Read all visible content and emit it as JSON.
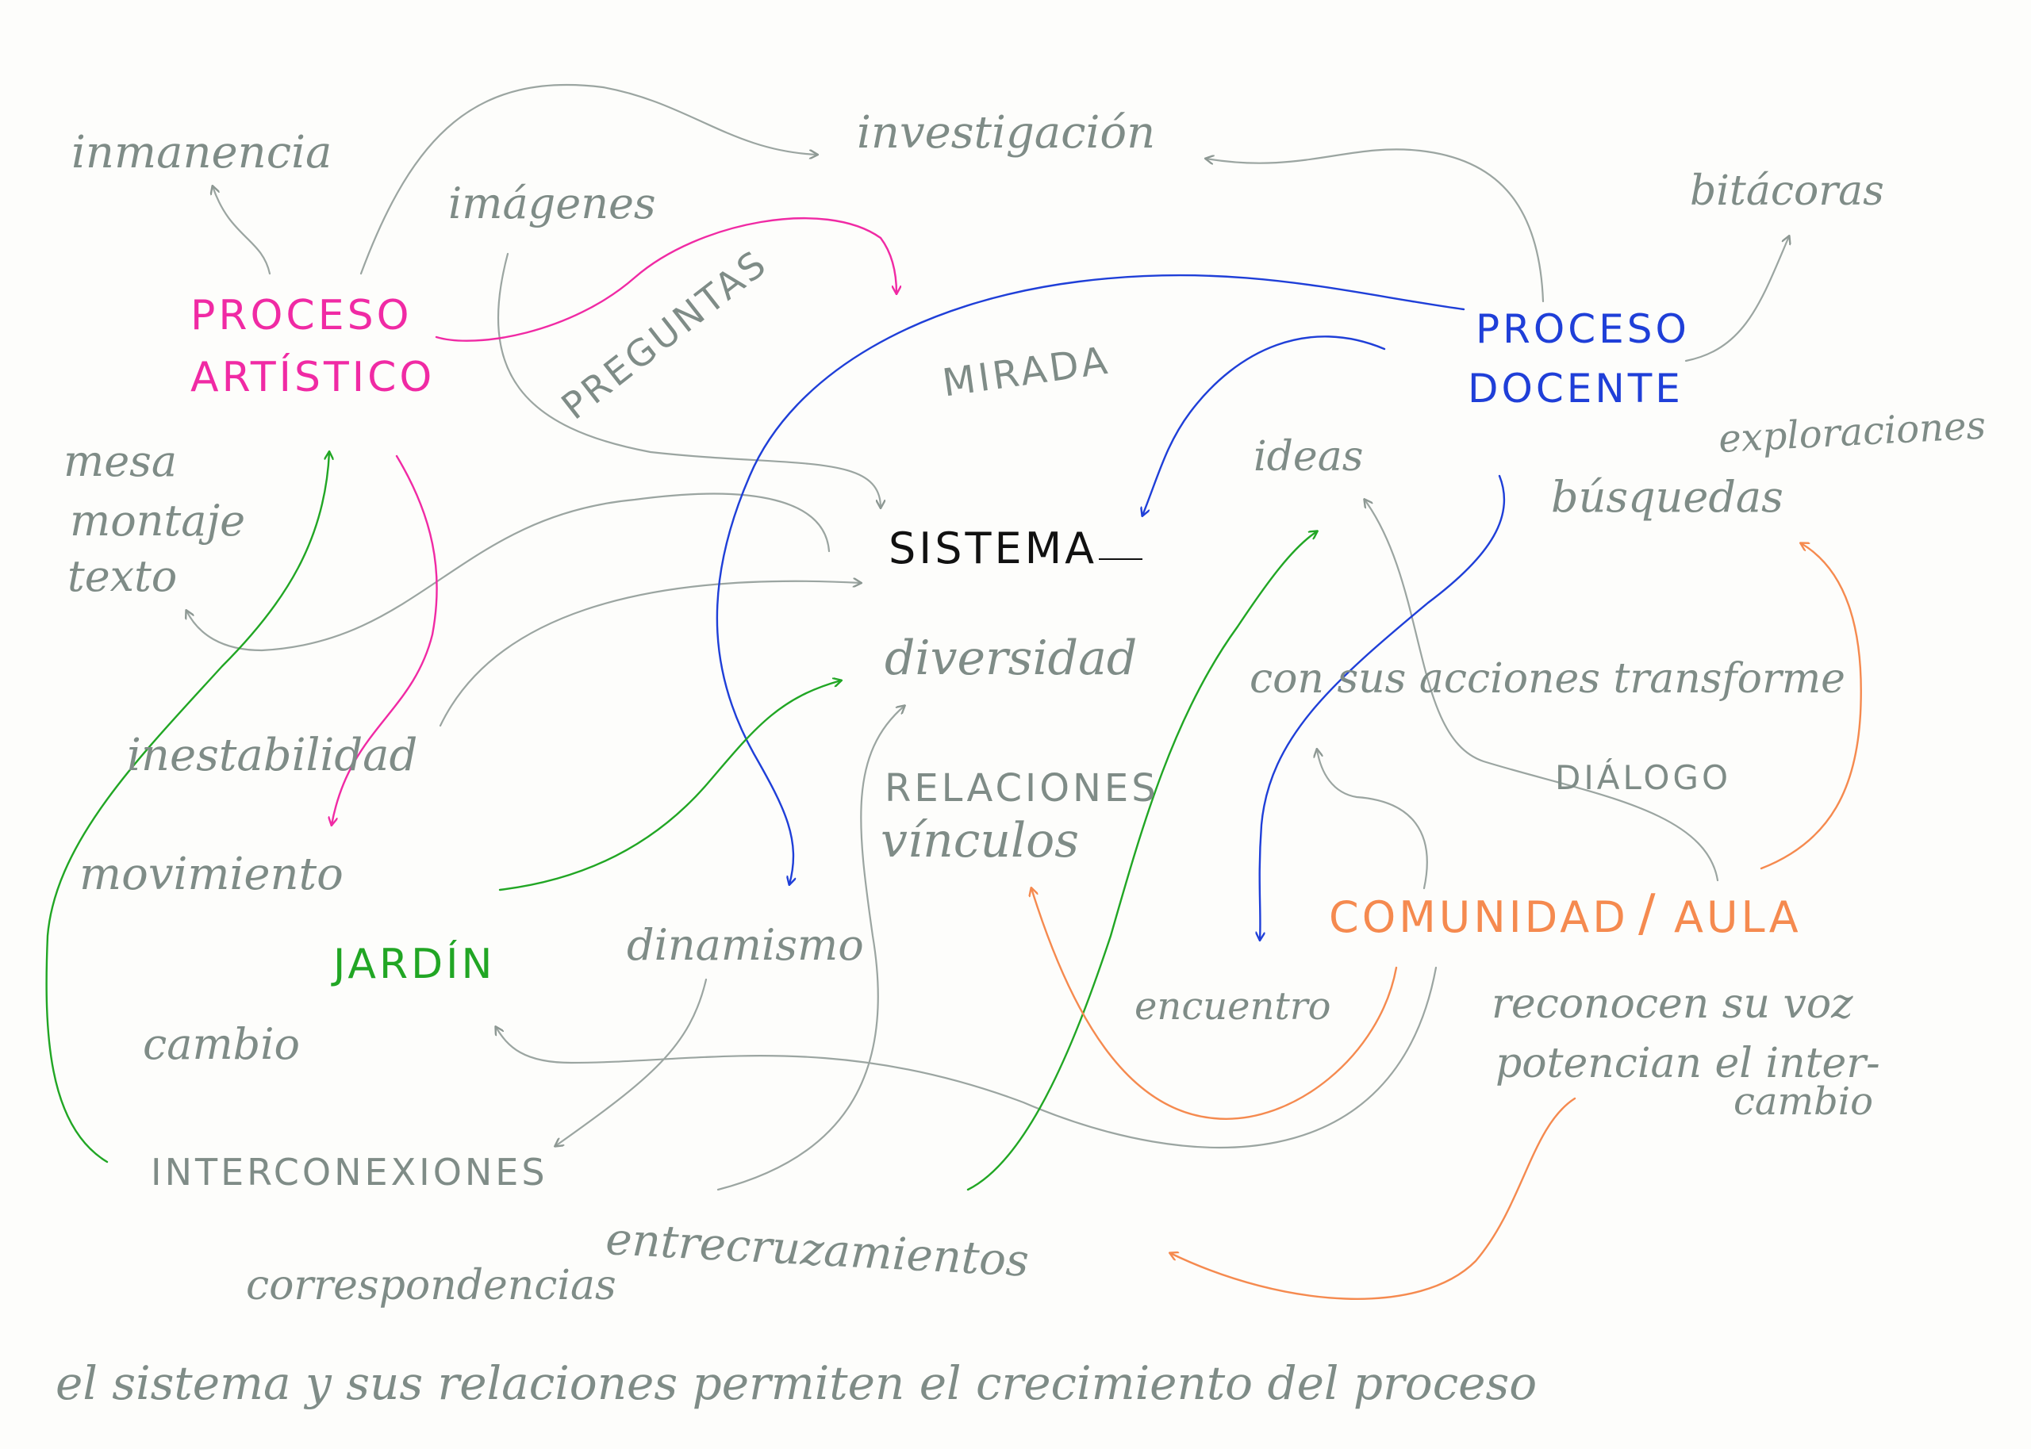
{
  "colors": {
    "pencil_gray": "#7f8c87",
    "magenta": "#f02aa4",
    "blue": "#1f3fd8",
    "green": "#21a624",
    "orange": "#f58a4f",
    "black": "#111111"
  },
  "words": {
    "inmanencia": "inmanencia",
    "investigacion": "investigación",
    "imagenes": "imágenes",
    "bitacoras": "bitácoras",
    "proceso_artistico_1": "PROCESO",
    "proceso_artistico_2": "ARTÍSTICO",
    "proceso_docente_1": "PROCESO",
    "proceso_docente_2": "DOCENTE",
    "preguntas": "PREGUNTAS",
    "mirada": "MIRADA",
    "mesa": "mesa",
    "montaje": "montaje",
    "texto": "texto",
    "ideas": "ideas",
    "exploraciones": "exploraciones",
    "busquedas": "búsquedas",
    "sistema": "SISTEMA",
    "diversidad": "diversidad",
    "con_sus_acciones": "con sus acciones transforme",
    "inestabilidad": "inestabilidad",
    "relaciones": "RELACIONES",
    "vinculos": "vínculos",
    "dialogo": "DIÁLOGO",
    "movimiento": "movimiento",
    "comunidad": "COMUNIDAD",
    "aula": "AULA",
    "jardin": "JARDÍN",
    "dinamismo": "dinamismo",
    "encuentro": "encuentro",
    "reconocen": "reconocen su voz",
    "potencian": "potencian el inter-",
    "cambio_2": "cambio",
    "cambio": "cambio",
    "interconexiones": "INTERCONEXIONES",
    "entrecruzamientos": "entrecruzamientos",
    "correspondencias": "correspondencias",
    "bottom_sentence": "el sistema y sus relaciones permiten el crecimiento del proceso"
  }
}
